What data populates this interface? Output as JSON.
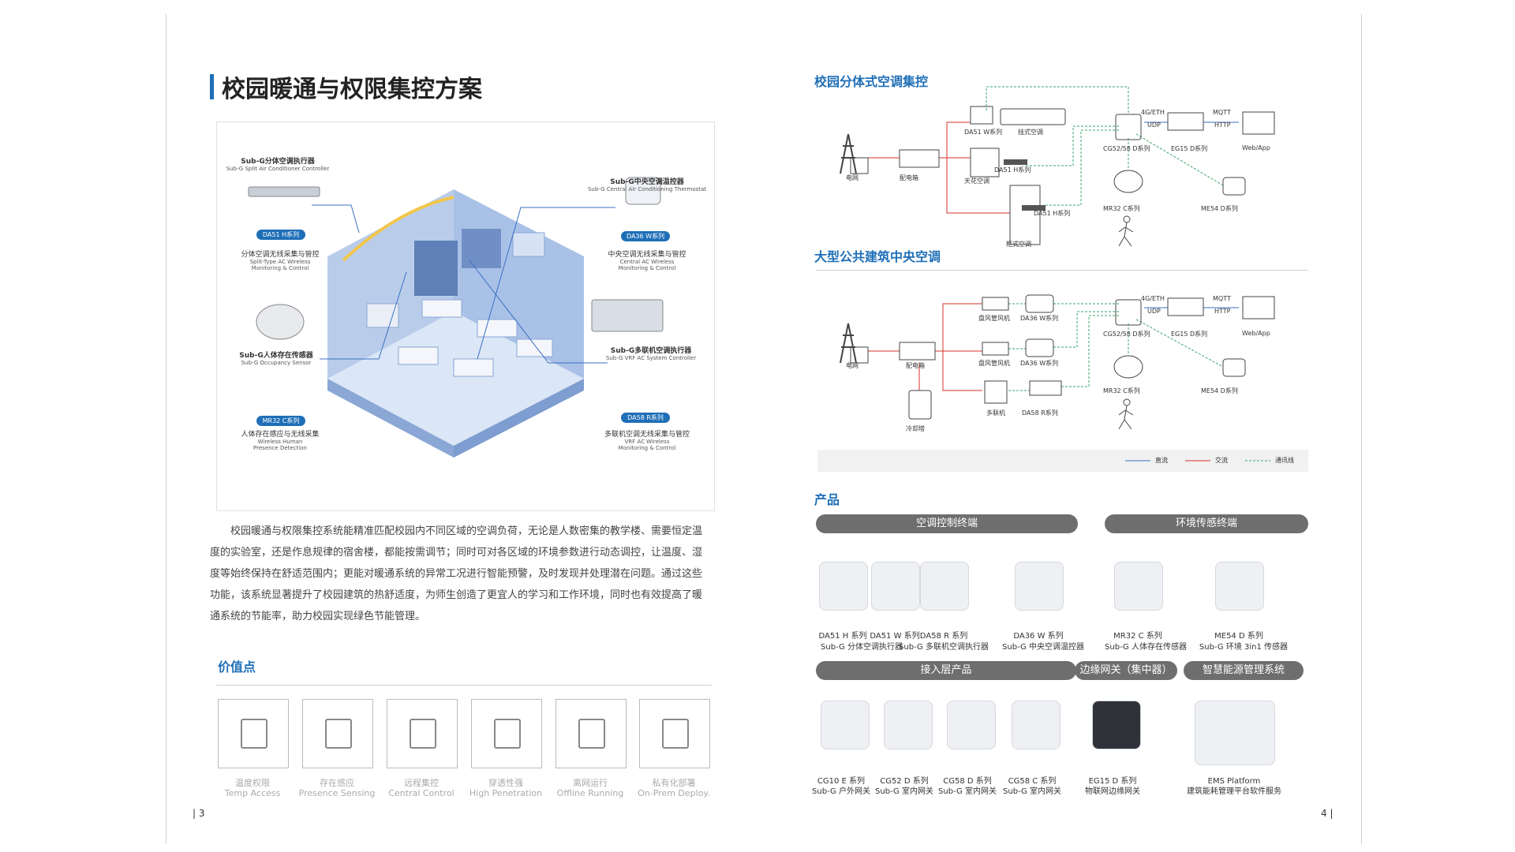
{
  "left_page": {
    "title": "校园暖通与权限集控方案",
    "illustration": {
      "callout_split": {
        "title": "Sub-G分体空调执行器",
        "en": "Sub-G Split Air Conditioner Controller",
        "badge": "DA51 H系列",
        "desc": "分体空调无线采集与管控",
        "desc_en1": "Split-Type AC Wireless",
        "desc_en2": "Monitoring & Control"
      },
      "callout_central": {
        "title": "Sub-G中央空调温控器",
        "en": "Sub-G Central Air Conditioning Thermostat",
        "badge": "DA36 W系列",
        "desc": "中央空调无线采集与管控",
        "desc_en1": "Central AC Wireless",
        "desc_en2": "Monitoring & Control"
      },
      "callout_sensor": {
        "title": "Sub-G人体存在传感器",
        "en": "Sub-G Occupancy Sensor",
        "badge": "MR32 C系列",
        "desc": "人体存在感应与无线采集",
        "desc_en1": "Wireless Human",
        "desc_en2": "Presence Detection"
      },
      "callout_vrf": {
        "title": "Sub-G多联机空调执行器",
        "en": "Sub-G VRF AC System Controller",
        "badge": "DA58 R系列",
        "desc": "多联机空调无线采集与管控",
        "desc_en1": "VRF AC Wireless",
        "desc_en2": "Monitoring & Control"
      }
    },
    "paragraph": "校园暖通与权限集控系统能精准匹配校园内不同区域的空调负荷，无论是人数密集的教学楼、需要恒定温度的实验室，还是作息规律的宿舍楼，都能按需调节；同时可对各区域的环境参数进行动态调控，让温度、湿度等始终保持在舒适范围内；更能对暖通系统的异常工况进行智能预警，及时发现并处理潜在问题。通过这些功能，该系统显著提升了校园建筑的热舒适度，为师生创造了更宜人的学习和工作环境，同时也有效提高了暖通系统的节能率，助力校园实现绿色节能管理。",
    "value_section_title": "价值点",
    "values": [
      {
        "cn": "温度权限",
        "en": "Temp Access",
        "icon": "thermostat-lock-icon"
      },
      {
        "cn": "存在感应",
        "en": "Presence Sensing",
        "icon": "person-scan-icon"
      },
      {
        "cn": "远程集控",
        "en": "Central Control",
        "icon": "network-tree-icon"
      },
      {
        "cn": "穿透性强",
        "en": "High Penetration",
        "icon": "layers-signal-icon"
      },
      {
        "cn": "离网运行",
        "en": "Offline Running",
        "icon": "offline-chart-icon"
      },
      {
        "cn": "私有化部署",
        "en": "On-Prem Deploy.",
        "icon": "deploy-blocks-icon"
      }
    ],
    "page_number": "3"
  },
  "right_page": {
    "diagram1": {
      "title": "校园分体式空调集控",
      "labels": {
        "grid": "电网",
        "dist": "配电箱",
        "da51w": "DA51 W系列",
        "wall_ac": "挂式空调",
        "ceiling_ac": "天花空调",
        "da51h_1": "DA51 H系列",
        "cabinet_ac": "柜式空调",
        "da51h_2": "DA51 H系列",
        "gw": "CG52/58 D系列",
        "eg15": "EG15 D系列",
        "webapp": "Web/App",
        "mr32": "MR32 C系列",
        "me54": "ME54 D系列",
        "p1": "4G/ETH",
        "p2": "UDP",
        "p3": "MQTT",
        "p4": "HTTP"
      }
    },
    "diagram2": {
      "title": "大型公共建筑中央空调",
      "labels": {
        "grid": "电网",
        "dist": "配电箱",
        "fcu1": "盘风管风机",
        "da36_1": "DA36 W系列",
        "fcu2": "盘风管风机",
        "da36_2": "DA36 W系列",
        "vrf": "多联机",
        "da58": "DA58 R系列",
        "tower": "冷却塔",
        "gw": "CG52/58 D系列",
        "eg15": "EG15 D系列",
        "webapp": "Web/App",
        "mr32": "MR32 C系列",
        "me54": "ME54 D系列",
        "p1": "4G/ETH",
        "p2": "UDP",
        "p3": "MQTT",
        "p4": "HTTP"
      }
    },
    "legend": {
      "dc": "直流",
      "ac": "交流",
      "comm": "通讯线"
    },
    "products_title": "产品",
    "group_ac": "空调控制终端",
    "group_env": "环境传感终端",
    "group_access": "接入层产品",
    "group_edge": "边缘网关（集中器）",
    "group_ems": "智慧能源管理系统",
    "row1": [
      {
        "model": "DA51 H 系列",
        "desc": "Sub-G 分体空调执行器"
      },
      {
        "model": "DA51 W 系列",
        "desc": ""
      },
      {
        "model": "DA58 R 系列",
        "desc": "Sub-G 多联机空调执行器"
      },
      {
        "model": "DA36 W 系列",
        "desc": "Sub-G 中央空调温控器"
      },
      {
        "model": "MR32 C 系列",
        "desc": "Sub-G 人体存在传感器"
      },
      {
        "model": "ME54 D 系列",
        "desc": "Sub-G 环境 3in1 传感器"
      }
    ],
    "row2": [
      {
        "model": "CG10 E 系列",
        "desc": "Sub-G 户外网关"
      },
      {
        "model": "CG52 D 系列",
        "desc": "Sub-G 室内网关"
      },
      {
        "model": "CG58 D 系列",
        "desc": "Sub-G 室内网关"
      },
      {
        "model": "CG58 C 系列",
        "desc": "Sub-G 室内网关"
      },
      {
        "model": "EG15 D 系列",
        "desc": "物联网边缘网关"
      },
      {
        "model": "EMS Platform",
        "desc": "建筑能耗管理平台软件服务"
      }
    ],
    "page_number": "4"
  },
  "colors": {
    "accent_blue": "#1f6fb7",
    "line_red": "#d9302b",
    "line_green": "#3aa56a",
    "line_blue": "#3b6fc4",
    "pill_gray": "#6e6e6e"
  }
}
